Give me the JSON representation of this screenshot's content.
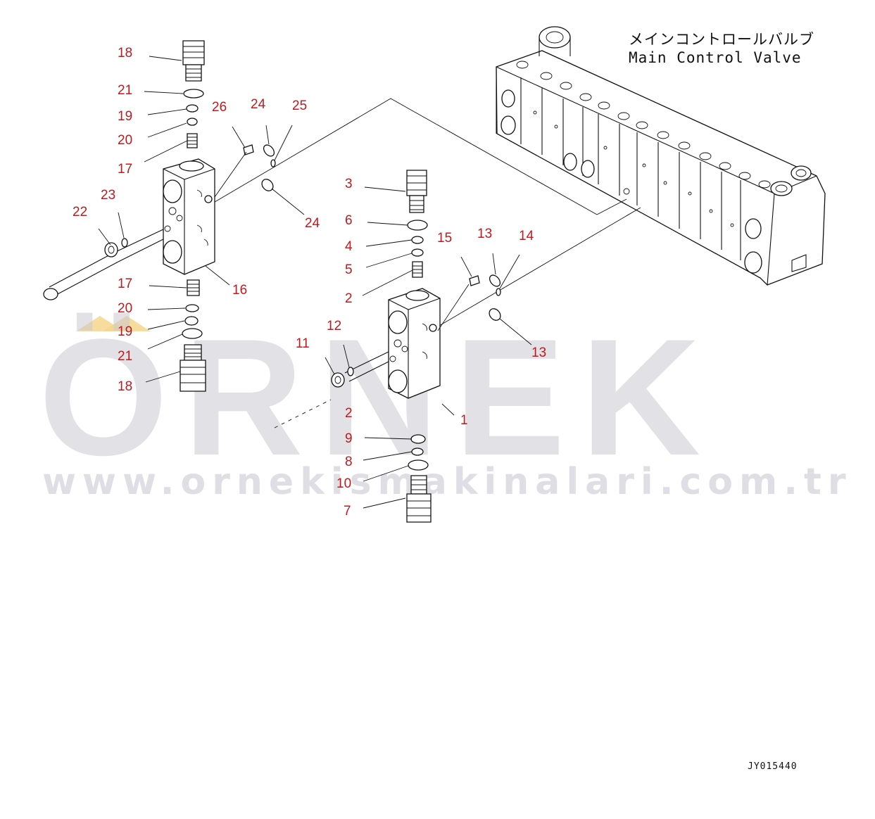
{
  "title": {
    "japanese": "メインコントロールバルブ",
    "english": "Main Control Valve"
  },
  "drawing_code": "JY015440",
  "watermark": {
    "brand": "ÖRNEK",
    "url": "www.ornekismakinalari.com.tr"
  },
  "callouts": {
    "c18a": "18",
    "c21a": "21",
    "c19a": "19",
    "c20a": "20",
    "c17a": "17",
    "c26": "26",
    "c24a": "24",
    "c25": "25",
    "c24b": "24",
    "c23": "23",
    "c22": "22",
    "c16": "16",
    "c17b": "17",
    "c20b": "20",
    "c19b": "19",
    "c21b": "21",
    "c18b": "18",
    "c3": "3",
    "c6": "6",
    "c4": "4",
    "c5": "5",
    "c2a": "2",
    "c15": "15",
    "c13a": "13",
    "c14": "14",
    "c13b": "13",
    "c12": "12",
    "c11": "11",
    "c2b": "2",
    "c1": "1",
    "c9": "9",
    "c8": "8",
    "c10": "10",
    "c7": "7"
  },
  "colors": {
    "callout": "#c0191e",
    "linework": "#111111"
  }
}
